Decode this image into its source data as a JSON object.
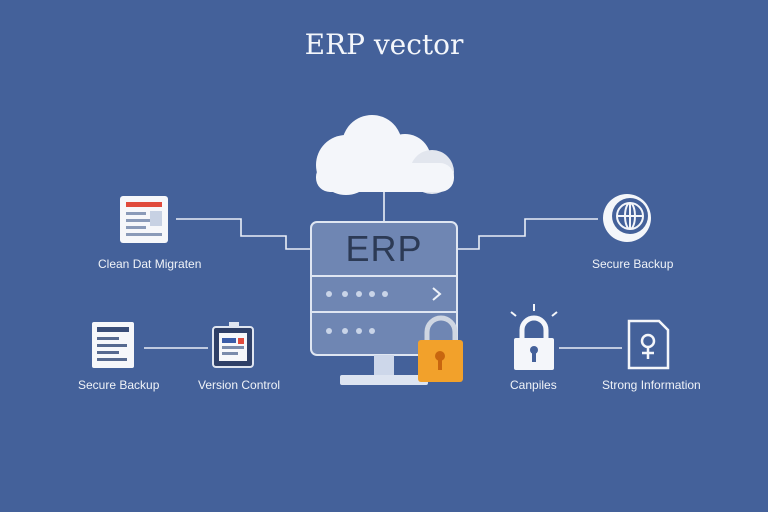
{
  "title": "ERP vector",
  "server": {
    "label": "ERP"
  },
  "nodes": {
    "top_left": "Clean Dat Migraten",
    "top_right": "Secure Backup",
    "bottom_left_1": "Secure Backup",
    "bottom_left_2": "Version Control",
    "bottom_right_1": "Canpiles",
    "bottom_right_2": "Strong Information"
  },
  "colors": {
    "background": "#44619a",
    "line": "#e9eef7",
    "server_fill": "#6f86b3",
    "lock_orange": "#f2a12b"
  }
}
